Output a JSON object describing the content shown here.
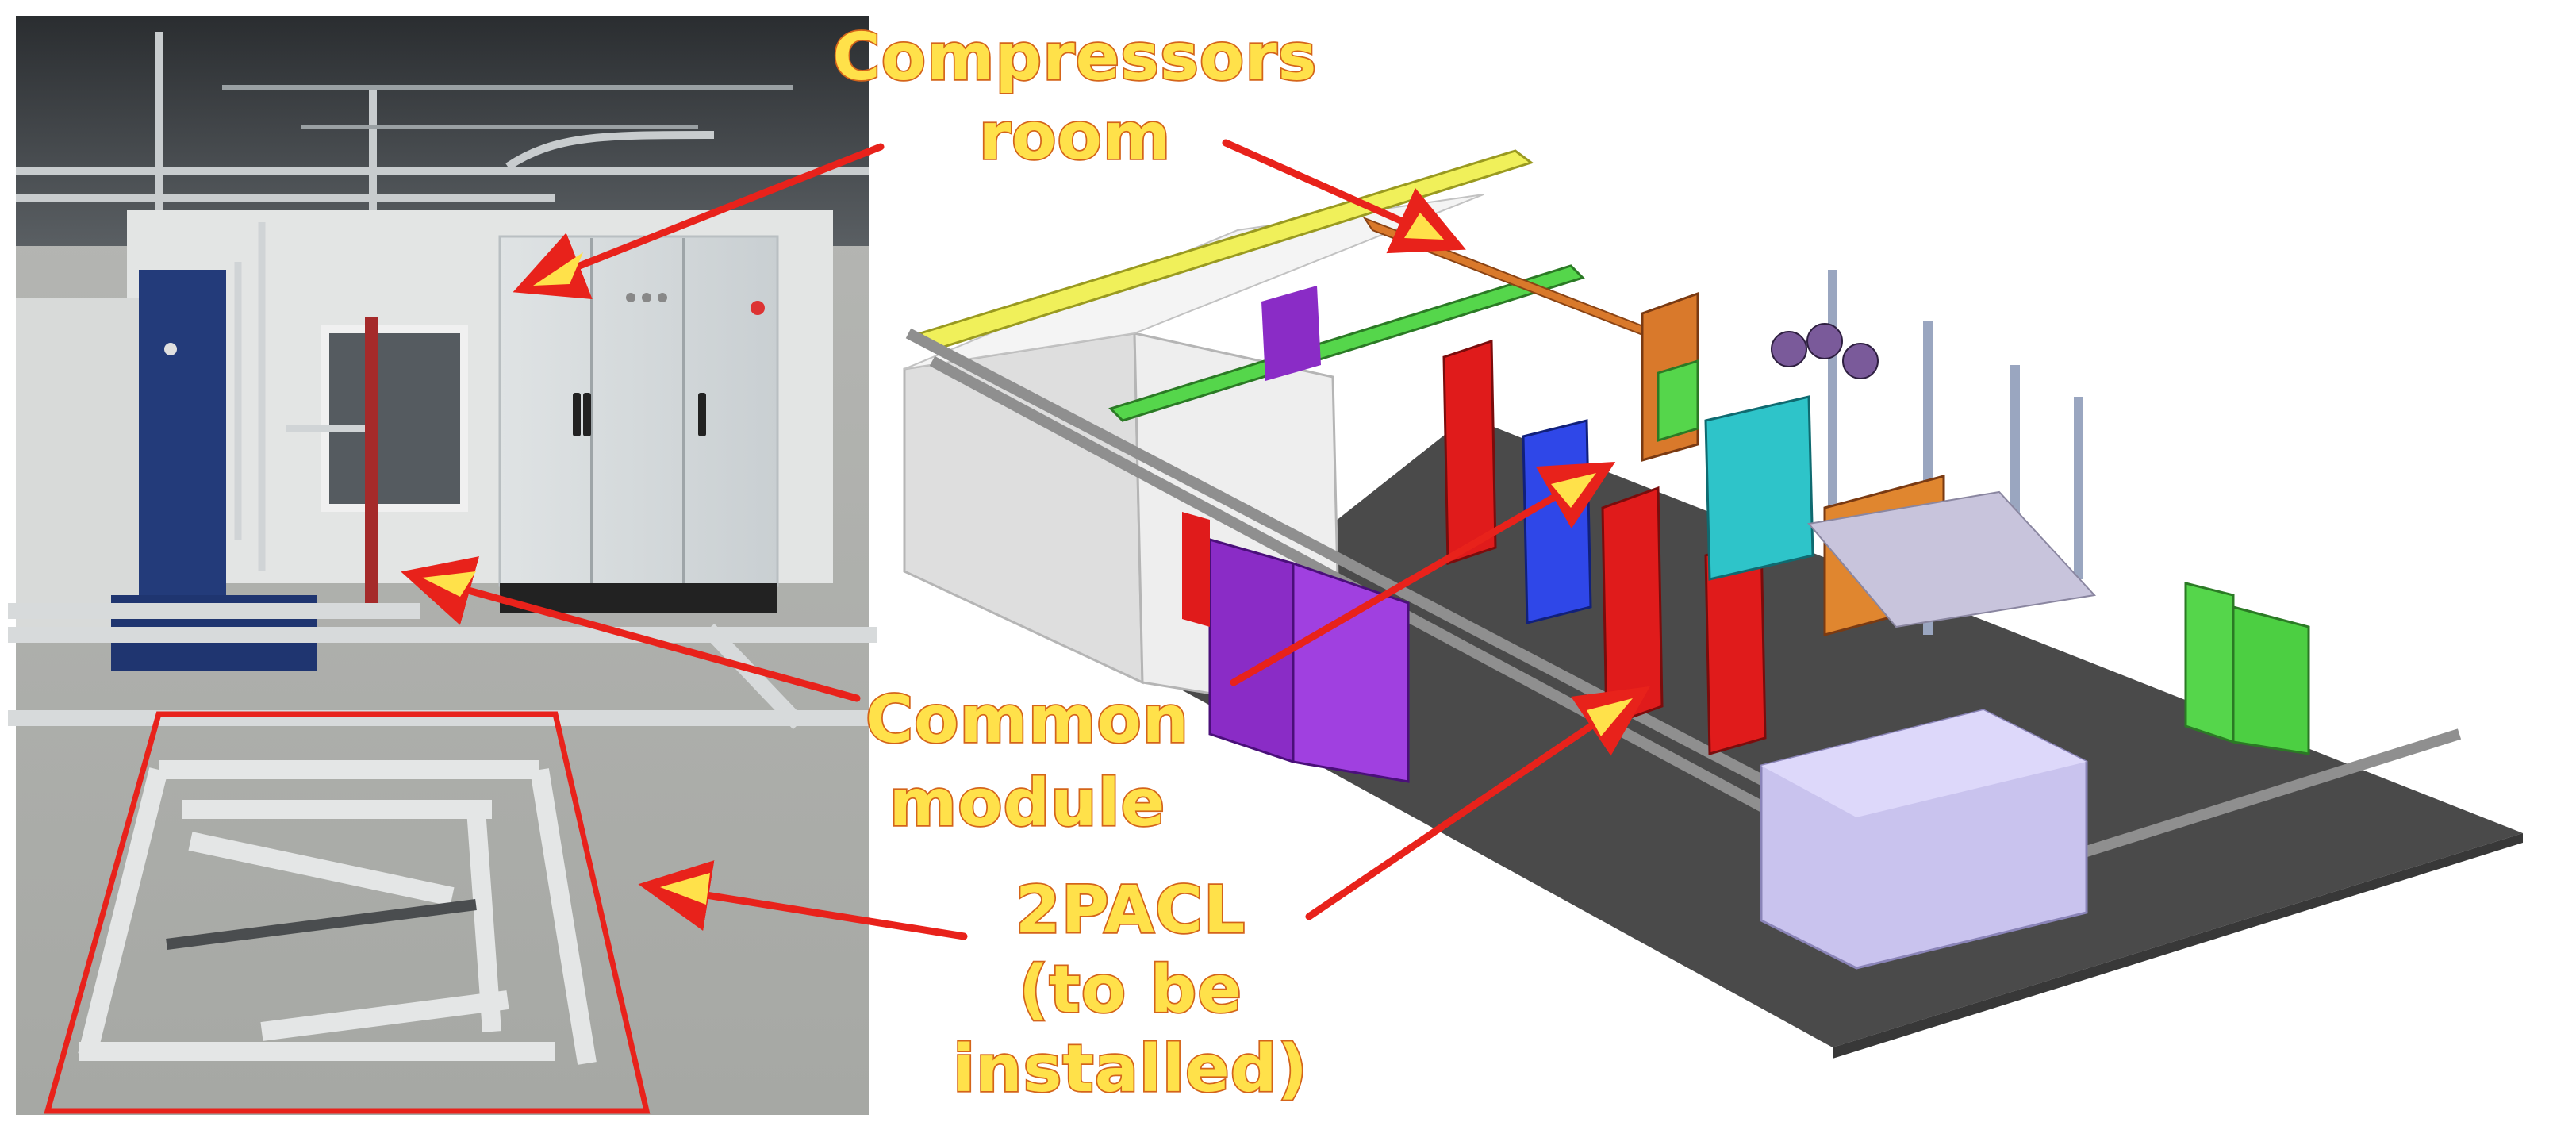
{
  "labels": {
    "compressors": {
      "line1": "Compressors",
      "line2": "room"
    },
    "common": {
      "line1": "Common",
      "line2": "module"
    },
    "pacl": {
      "line1": "2PACL",
      "line2": "(to be",
      "line3": "installed)"
    }
  },
  "colors": {
    "label_fill": "#ffe14a",
    "label_outline": "#d4641a",
    "arrow": "#e8221b",
    "outline_box": "#e8221b",
    "floor": "#4a4a4a"
  },
  "panels": [
    "photo-of-installation",
    "cad-3d-model"
  ]
}
